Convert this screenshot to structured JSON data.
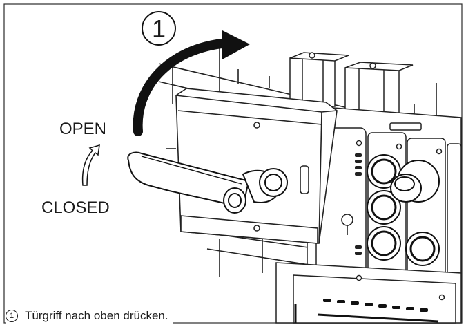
{
  "callout": {
    "number": "1"
  },
  "labels": {
    "open": "OPEN",
    "closed": "CLOSED"
  },
  "caption": {
    "number": "1",
    "text": "Türgriff nach oben drücken."
  },
  "colors": {
    "line": "#1a1a1a",
    "frame": "#2b2b2b",
    "background": "#ffffff"
  }
}
